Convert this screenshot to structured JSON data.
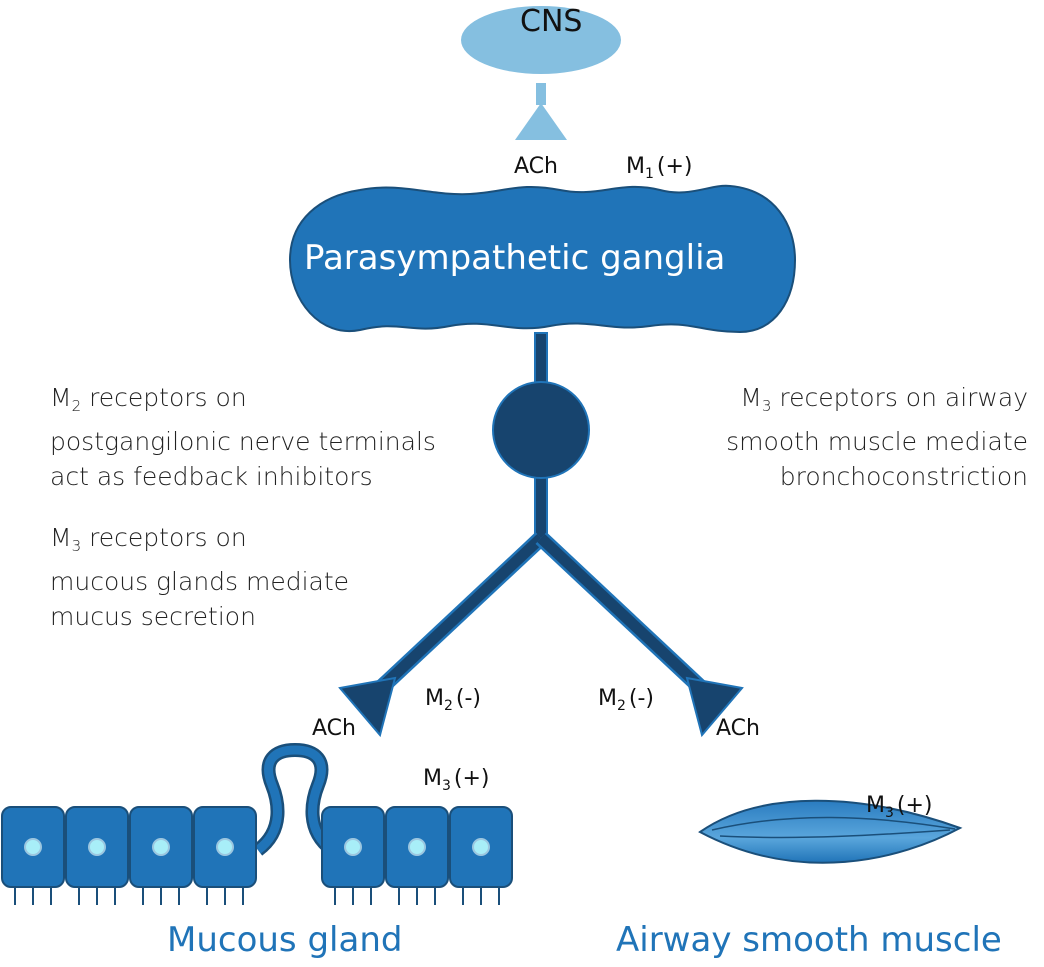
{
  "cns": {
    "label": "CNS"
  },
  "ganglia": {
    "label": "Parasympathetic ganglia"
  },
  "top_labels": {
    "ach": "ACh",
    "m1": {
      "m": "M",
      "sub": "1",
      "sign": "(+)"
    }
  },
  "left_notes": [
    {
      "m": "M",
      "sub": "2",
      "line1": " receptors on",
      "line2": "postgangilonic nerve terminals",
      "line3": "act as feedback inhibitors"
    },
    {
      "m": "M",
      "sub": "3",
      "line1": " receptors on",
      "line2": "mucous glands mediate",
      "line3": "mucus secretion"
    }
  ],
  "right_note": {
    "m": "M",
    "sub": "3",
    "line1": " receptors on airway",
    "line2": "smooth muscle mediate",
    "line3": "bronchoconstriction"
  },
  "branch_labels": {
    "left_m2": {
      "m": "M",
      "sub": "2",
      "sign": "(-)"
    },
    "right_m2": {
      "m": "M",
      "sub": "2",
      "sign": "(-)"
    },
    "left_ach": "ACh",
    "right_ach": "ACh",
    "gland_m3": {
      "m": "M",
      "sub": "3",
      "sign": "(+)"
    },
    "muscle_m3": {
      "m": "M",
      "sub": "3",
      "sign": "(+)"
    }
  },
  "targets": {
    "gland": "Mucous gland",
    "muscle": "Airway smooth muscle"
  },
  "colors": {
    "blue": "#2074b8",
    "dark": "#17446e",
    "light": "#85bfe0",
    "nucleus": "#a8eef8"
  }
}
